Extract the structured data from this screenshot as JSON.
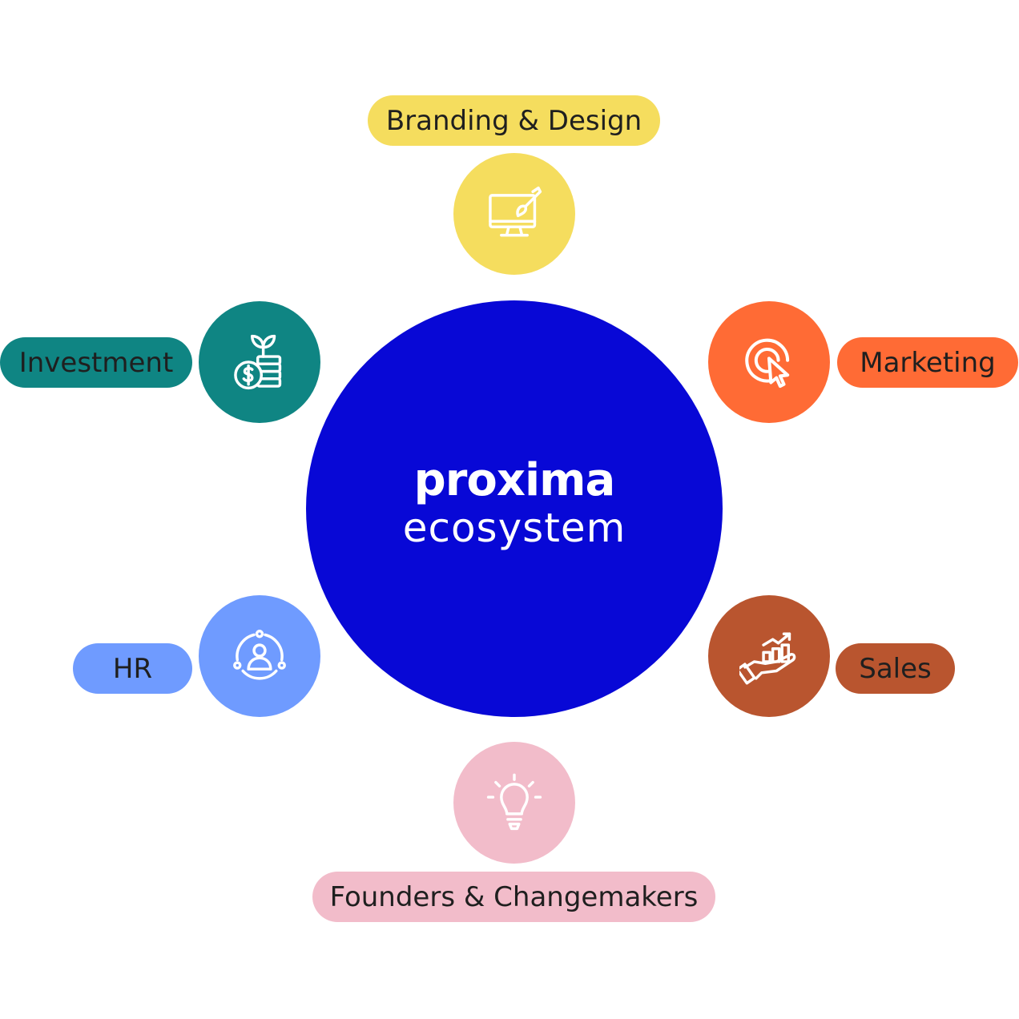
{
  "center": {
    "brand": "proxima",
    "subtitle": "ecosystem",
    "color": "#0808d6"
  },
  "nodes": [
    {
      "id": "branding",
      "label": "Branding & Design",
      "color": "#f5dd5e",
      "icon": "monitor-paintbrush-icon"
    },
    {
      "id": "marketing",
      "label": "Marketing",
      "color": "#ff6b35",
      "icon": "target-cursor-icon"
    },
    {
      "id": "sales",
      "label": "Sales",
      "color": "#b9552f",
      "icon": "hand-growth-chart-icon"
    },
    {
      "id": "founders",
      "label": "Founders & Changemakers",
      "color": "#f2bcca",
      "icon": "lightbulb-icon"
    },
    {
      "id": "hr",
      "label": "HR",
      "color": "#6f9bff",
      "icon": "person-network-icon"
    },
    {
      "id": "investment",
      "label": "Investment",
      "color": "#0f8583",
      "icon": "plant-coins-icon"
    }
  ]
}
